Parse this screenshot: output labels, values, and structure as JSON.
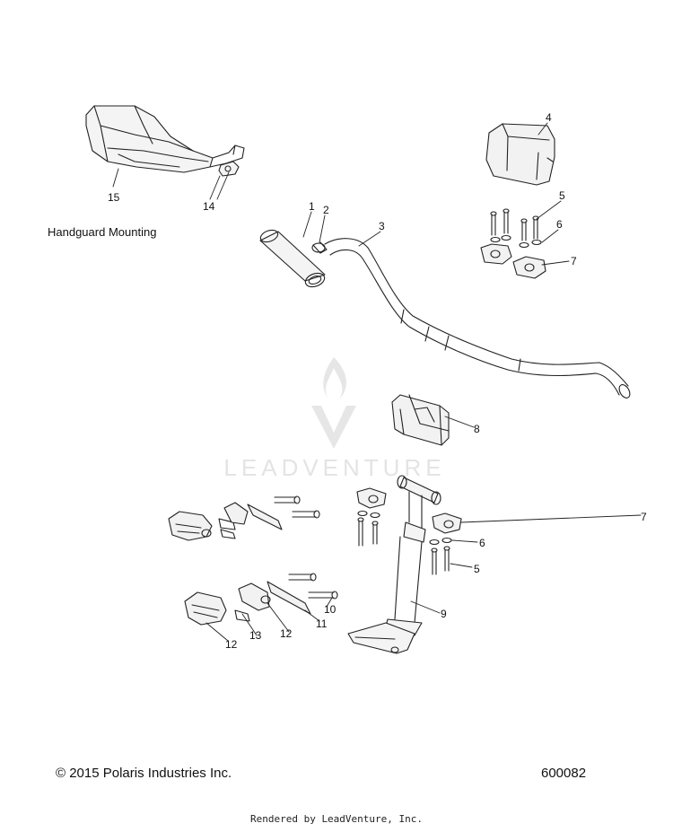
{
  "diagram": {
    "section_label": "Handguard Mounting",
    "copyright": "© 2015 Polaris Industries Inc.",
    "doc_number": "600082",
    "rendered_by": "Rendered by LeadVenture, Inc.",
    "watermark": "LEADVENTURE",
    "callouts": [
      "1",
      "2",
      "3",
      "4",
      "5",
      "6",
      "7",
      "8",
      "9",
      "10",
      "11",
      "12",
      "13",
      "14",
      "15"
    ],
    "lower_callouts": {
      "c7b": "7",
      "c6b": "6",
      "c5b": "5",
      "c12b": "12"
    }
  }
}
